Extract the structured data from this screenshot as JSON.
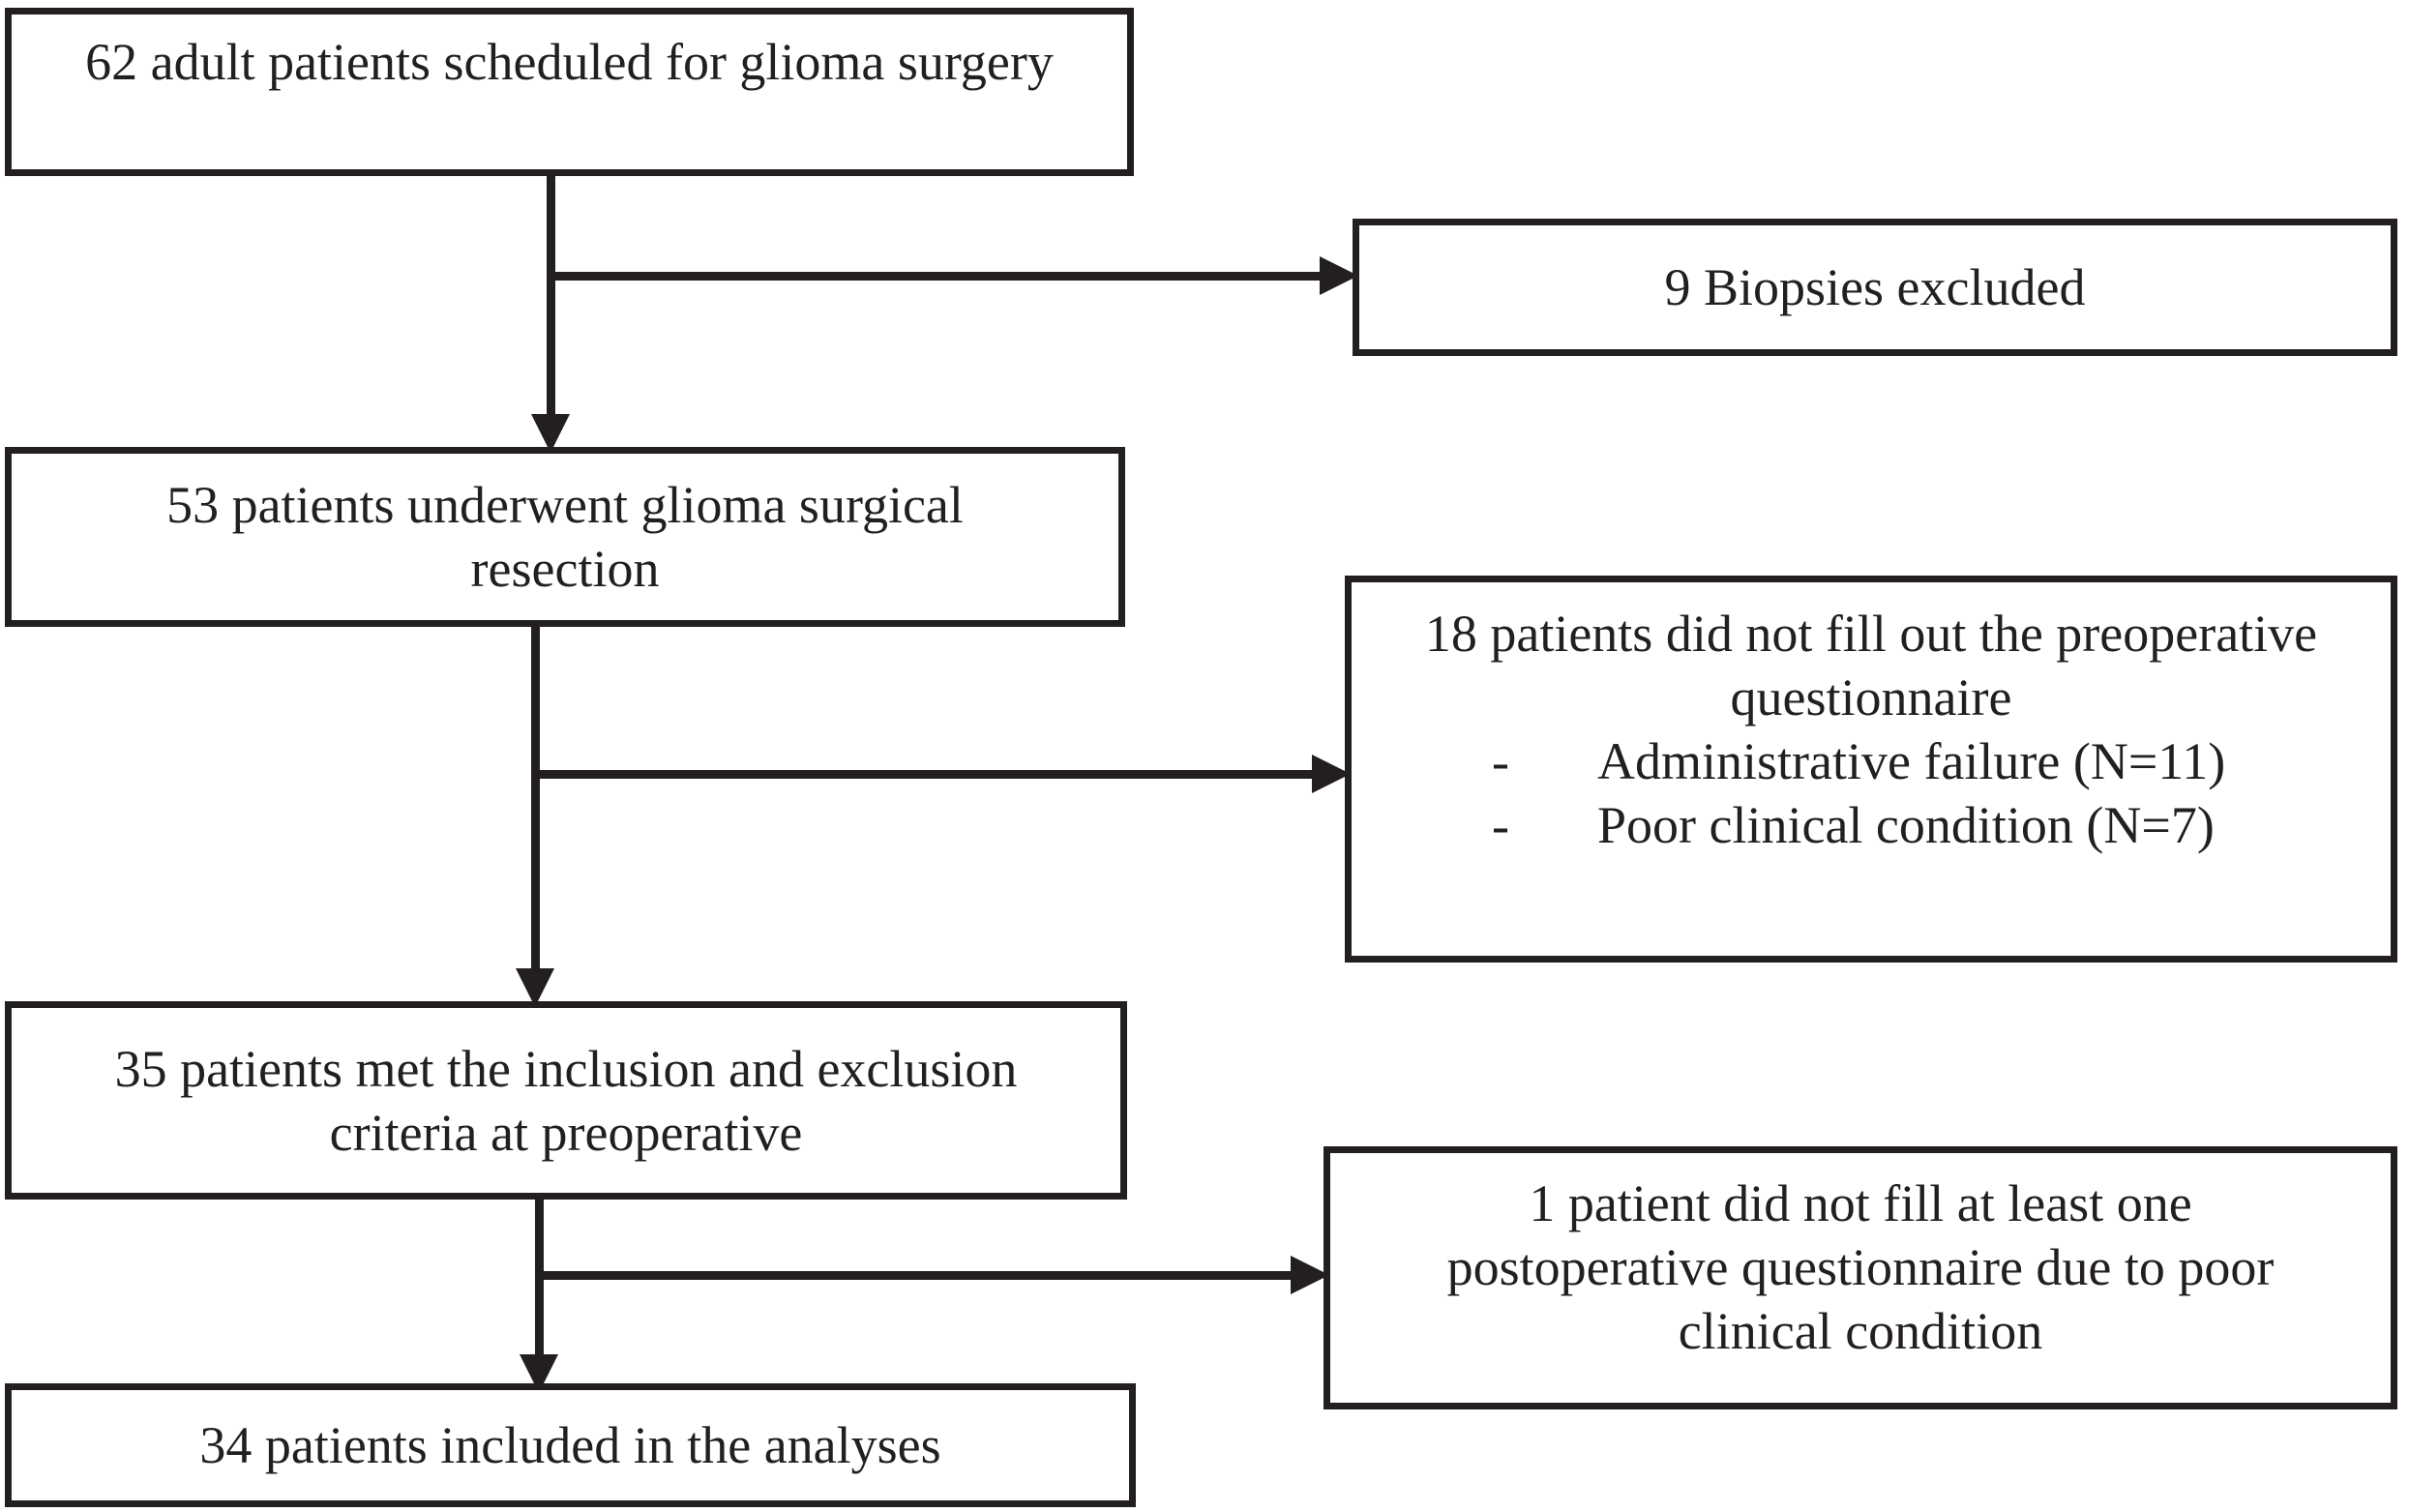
{
  "diagram": {
    "type": "patient-flow-chart",
    "background_color": "#ffffff",
    "ink_color": "#231f20",
    "boxes": {
      "box_enrolled": {
        "text": "62 adult patients scheduled for glioma surgery"
      },
      "box_biopsies": {
        "text": "9 Biopsies excluded"
      },
      "box_resection": {
        "line1": "53 patients underwent glioma surgical",
        "line2": "resection"
      },
      "box_preop_missing": {
        "line1": "18 patients did not fill out the preoperative",
        "line2": "questionnaire",
        "bullets": [
          {
            "marker": "-",
            "text": "Administrative failure (N=11)"
          },
          {
            "marker": "-",
            "text": "Poor clinical condition (N=7)"
          }
        ]
      },
      "box_criteria": {
        "line1": "35 patients met the inclusion and exclusion",
        "line2": "criteria at preoperative"
      },
      "box_postop_missing": {
        "line1": "1 patient did not fill at least one",
        "line2": "postoperative questionnaire due to poor",
        "line3": "clinical condition"
      },
      "box_analyses": {
        "text": "34 patients included in the analyses"
      }
    }
  }
}
